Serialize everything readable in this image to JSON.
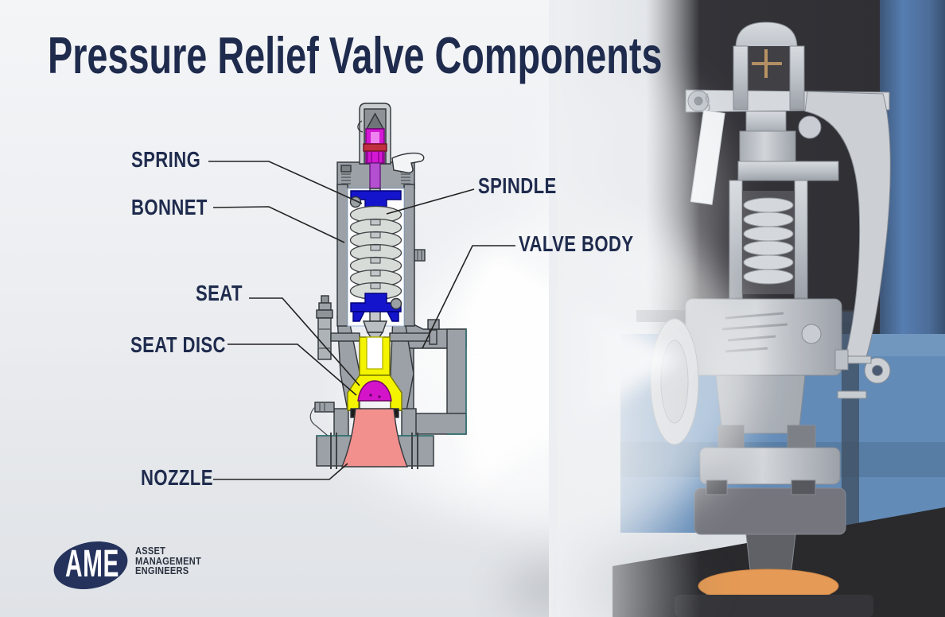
{
  "title": "Pressure Relief Valve Components",
  "diagram": {
    "labels": {
      "spring": "SPRING",
      "bonnet": "BONNET",
      "spindle": "SPINDLE",
      "valve_body": "VALVE BODY",
      "seat": "SEAT",
      "seat_disc": "SEAT DISC",
      "nozzle": "NOZZLE"
    }
  },
  "logo": {
    "monogram": "AME",
    "lines": [
      "ASSET",
      "MANAGEMENT",
      "ENGINEERS"
    ]
  },
  "colors": {
    "title_navy": "#1F2B4D",
    "label_navy": "#1F2B4D",
    "leader_line": "#222222",
    "washer_blue": "#1414CC",
    "adjuster_magenta": "#D318D3",
    "disc_magenta": "#D414C9",
    "holder_yellow": "#F4F400",
    "nozzle_pink": "#F2908D",
    "photo_dark": "#17171D",
    "photo_blue": "#4E7CAE",
    "gasket_orange": "#E28D3E",
    "logo_navy": "#25335C"
  }
}
